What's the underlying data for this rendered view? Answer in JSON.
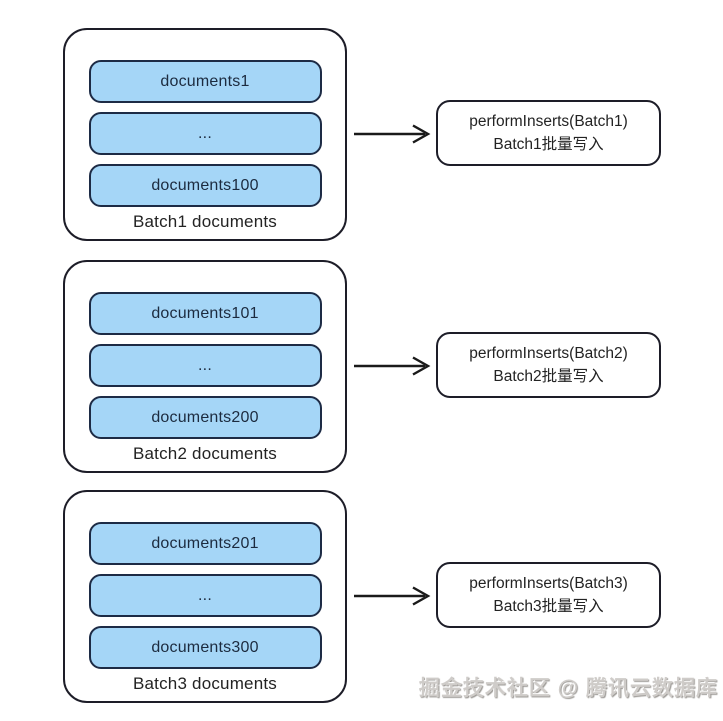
{
  "diagram": {
    "rows": [
      {
        "batch_label": "Batch1 documents",
        "documents": [
          "documents1",
          "...",
          "documents100"
        ],
        "call_line1": "performInserts(Batch1)",
        "call_line2": "Batch1批量写入"
      },
      {
        "batch_label": "Batch2 documents",
        "documents": [
          "documents101",
          "...",
          "documents200"
        ],
        "call_line1": "performInserts(Batch2)",
        "call_line2": "Batch2批量写入"
      },
      {
        "batch_label": "Batch3 documents",
        "documents": [
          "documents201",
          "...",
          "documents300"
        ],
        "call_line1": "performInserts(Batch3)",
        "call_line2": "Batch3批量写入"
      }
    ],
    "watermark": "掘金技术社区 @ 腾讯云数据库",
    "colors": {
      "background": "#FFFFFF",
      "document_fill": "#A5D6F7",
      "document_border": "#1D2B45",
      "container_border": "#1D1D28",
      "text_dark": "#1C2B3F",
      "arrow": "#1A1A1A",
      "watermark_gray": "#CFCCC9"
    }
  }
}
